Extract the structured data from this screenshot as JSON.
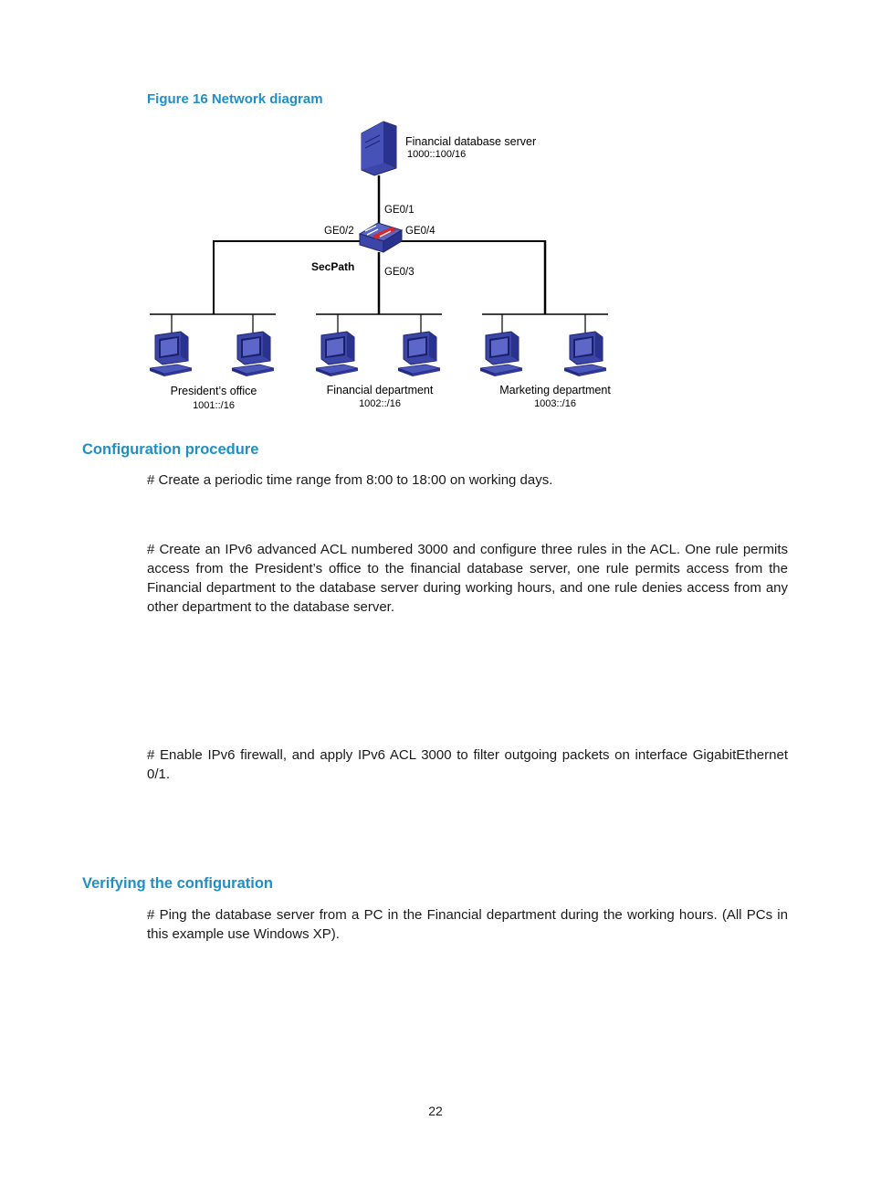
{
  "figure": {
    "caption": "Figure 16 Network diagram",
    "server_label": "Financial database server",
    "server_address": "1000::100/16",
    "device_label": "SecPath",
    "ports": {
      "ge01": "GE0/1",
      "ge02": "GE0/2",
      "ge03": "GE0/3",
      "ge04": "GE0/4"
    },
    "groups": [
      {
        "name": "President’s office",
        "address": "1001::/16"
      },
      {
        "name": "Financial department",
        "address": "1002::/16"
      },
      {
        "name": "Marketing department",
        "address": "1003::/16"
      }
    ]
  },
  "sections": {
    "config_heading": "Configuration procedure",
    "config_p1": "# Create a periodic time range from 8:00 to 18:00 on working days.",
    "config_p2": "# Create an IPv6 advanced ACL numbered 3000 and configure three rules in the ACL. One rule permits access from the President’s office to the financial database server, one rule permits access from the Financial department to the database server during working hours, and one rule denies access from any other department to the database server.",
    "config_p3": "# Enable IPv6 firewall, and apply IPv6 ACL 3000 to filter outgoing packets on interface GigabitEthernet 0/1.",
    "verify_heading": "Verifying the configuration",
    "verify_p1": "# Ping the database server from a PC in the Financial department during the working hours. (All PCs in this example use Windows XP)."
  },
  "page_number": "22",
  "colors": {
    "accent": "#1f8fc7",
    "device_blue": "#3b46a8",
    "firewall_red": "#d8262a"
  }
}
